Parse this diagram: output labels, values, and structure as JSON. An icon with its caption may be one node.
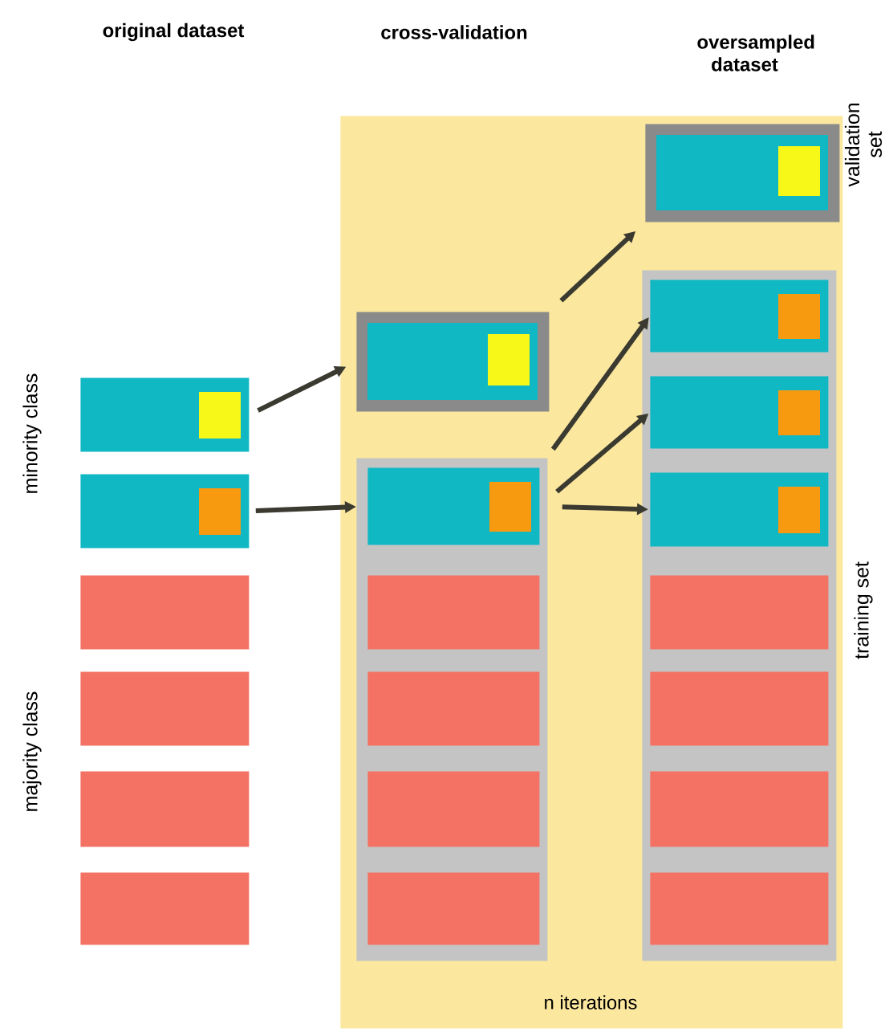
{
  "diagram": {
    "nodes": [
      {
        "text": [
          "n iterations"
        ]
      },
      {
        "text": [],
        "shape": "box"
      },
      {
        "text": [],
        "shape": "box"
      },
      {
        "text": [],
        "shape": "box"
      },
      {
        "text": [],
        "shape": "box"
      },
      {
        "text": [],
        "shape": "box"
      },
      {
        "text": [],
        "shape": "box"
      },
      {
        "text": [],
        "shape": "box",
        "in": 0
      },
      {
        "text": [],
        "shape": "box",
        "in": 0
      },
      {
        "text": [],
        "shape": "box",
        "in": 8
      },
      {
        "text": [],
        "shape": "box",
        "in": 8
      },
      {
        "text": [],
        "shape": "box",
        "in": 8
      },
      {
        "text": [],
        "shape": "box",
        "in": 8
      },
      {
        "text": [],
        "shape": "box",
        "in": 8
      },
      {
        "text": [],
        "shape": "box",
        "in": 0
      },
      {
        "text": [],
        "shape": "box",
        "in": 0
      },
      {
        "text": [],
        "shape": "box",
        "in": 15
      },
      {
        "text": [],
        "shape": "box",
        "in": 15
      },
      {
        "text": [],
        "shape": "box",
        "in": 15
      },
      {
        "text": [],
        "shape": "box",
        "in": 15
      },
      {
        "text": [],
        "shape": "box",
        "in": 15
      },
      {
        "text": [],
        "shape": "box",
        "in": 15
      },
      {
        "text": [],
        "shape": "box",
        "in": 15
      }
    ],
    "edges": [
      {
        "from": 1,
        "to": 7,
        "arrow": "to"
      },
      {
        "from": 2,
        "to": 9,
        "arrow": "to"
      },
      {
        "from": 7,
        "to": 14,
        "arrow": "to"
      },
      {
        "from": 9,
        "to": 16,
        "arrow": "to"
      },
      {
        "from": 9,
        "to": 17,
        "arrow": "to"
      },
      {
        "from": 9,
        "to": 18,
        "arrow": "to"
      }
    ],
    "labels": [
      "original dataset",
      "cross-validation",
      "oversampled dataset",
      "validation set",
      "minority class",
      "majority class",
      "training set"
    ]
  }
}
